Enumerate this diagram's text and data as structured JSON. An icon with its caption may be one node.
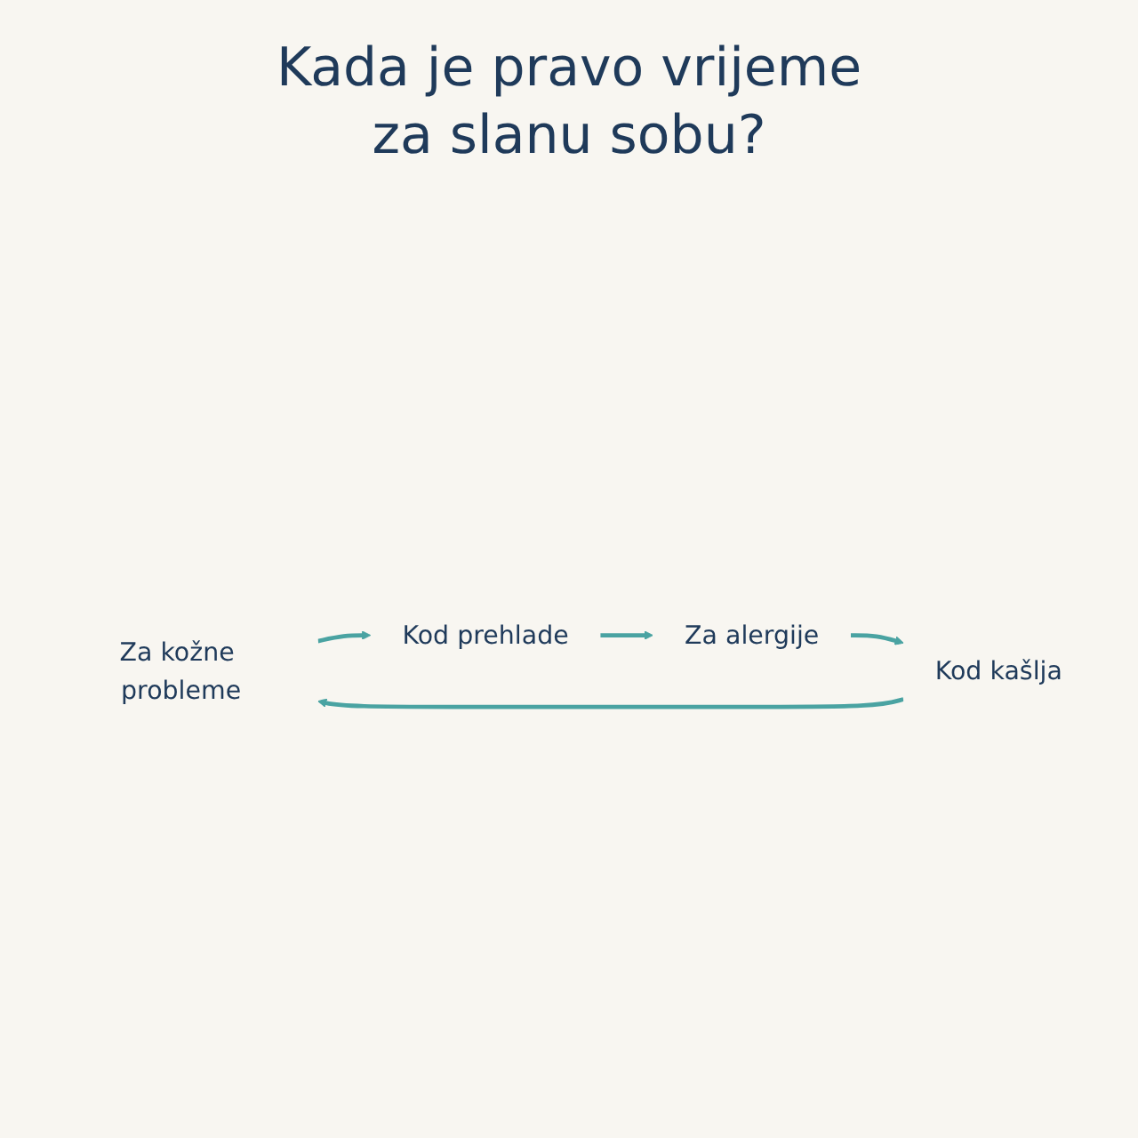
{
  "diagram": {
    "title": "Kada je pravo vrijeme za slanu sobu?",
    "nodes": [
      {
        "text": [
          "Za kožne probleme"
        ]
      },
      {
        "text": [
          "Kod prehlade"
        ]
      },
      {
        "text": [
          "Za alergije"
        ]
      },
      {
        "text": [
          "Kod kašlja"
        ]
      }
    ],
    "edges": [
      {
        "from": 0,
        "to": 1,
        "arrow": "to"
      },
      {
        "from": 1,
        "to": 2,
        "arrow": "to"
      },
      {
        "from": 2,
        "to": 3,
        "arrow": "to"
      },
      {
        "from": 3,
        "to": 0,
        "arrow": "to"
      }
    ]
  }
}
